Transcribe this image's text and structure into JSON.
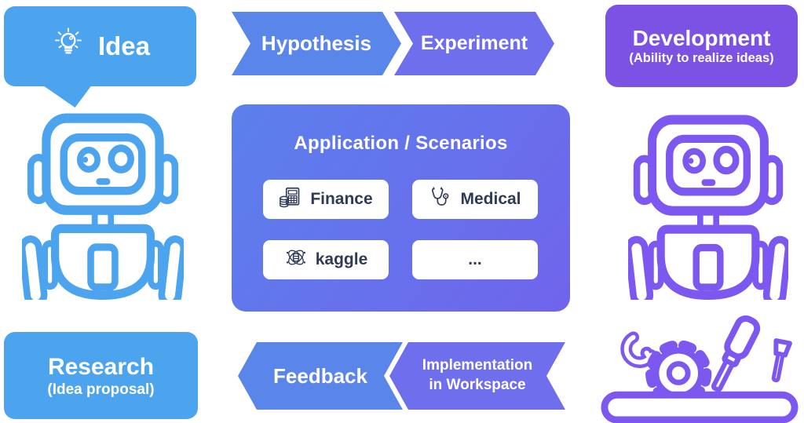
{
  "palette": {
    "sky_blue": "#4CA4EE",
    "flow_blue": "#5B86E9",
    "flow_purple": "#6F6EEC",
    "dev_purple": "#7B52E3",
    "icon_purple": "#7C58F0",
    "panel_blue": "#5B80EC",
    "panel_purple": "#7064EC",
    "dark_text": "#2F3B56"
  },
  "idea_bubble": {
    "label": "Idea",
    "icon": "lightbulb-icon"
  },
  "top_flow": {
    "hypothesis": "Hypothesis",
    "experiment": "Experiment"
  },
  "development_box": {
    "title": "Development",
    "subtitle": "(Ability to realize ideas)"
  },
  "scenarios_panel": {
    "title": "Application / Scenarios",
    "items": [
      {
        "label": "Finance",
        "icon": "calculator-coins-icon"
      },
      {
        "label": "Medical",
        "icon": "stethoscope-icon"
      },
      {
        "label": "kaggle",
        "icon": "network-icon"
      },
      {
        "label": "...",
        "icon": "none"
      }
    ]
  },
  "research_box": {
    "title": "Research",
    "subtitle": "(Idea proposal)"
  },
  "bottom_flow": {
    "feedback": "Feedback",
    "implementation_line1": "Implementation",
    "implementation_line2": "in Workspace"
  },
  "figures": {
    "left_robot": "robot-icon",
    "right_robot": "robot-icon",
    "bottom_right": "tools-icon"
  }
}
